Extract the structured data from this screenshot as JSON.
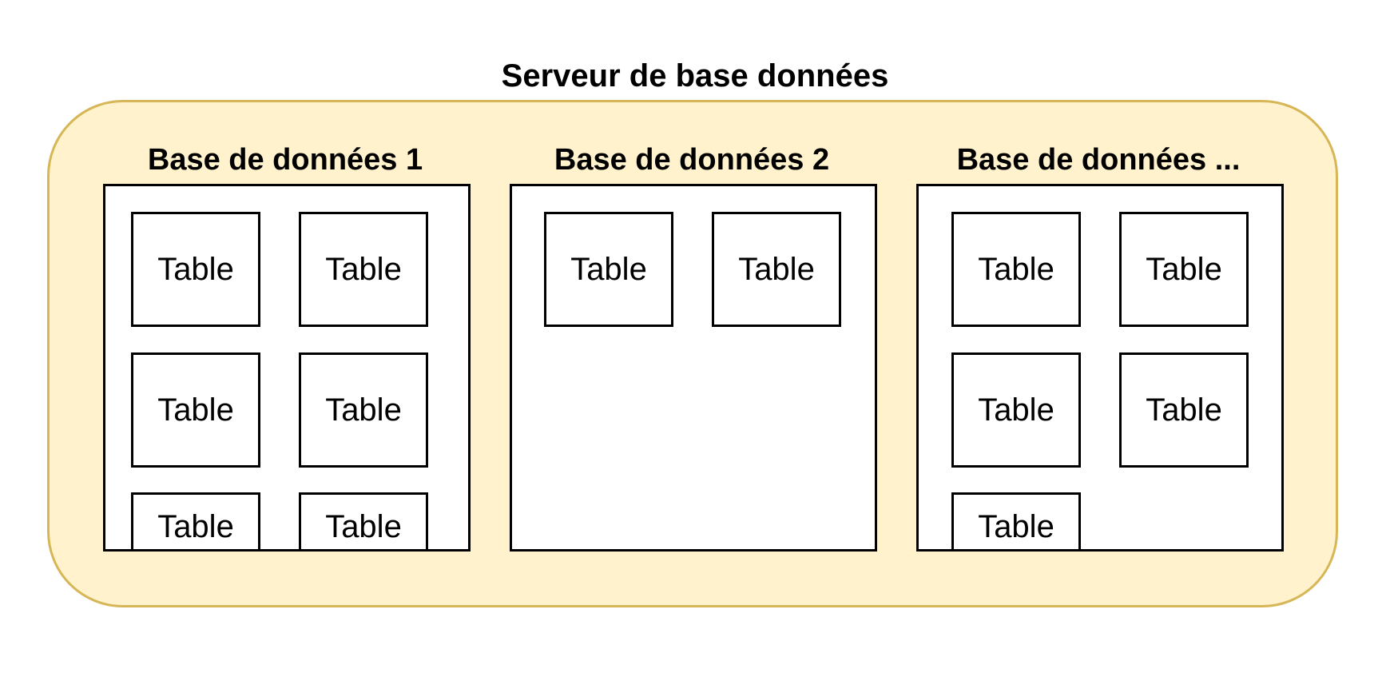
{
  "server": {
    "title": "Serveur de base données",
    "fill": "#fff2cc",
    "stroke": "#d6b656"
  },
  "databases": [
    {
      "label": "Base de données 1",
      "tables": [
        "Table",
        "Table",
        "Table",
        "Table",
        "Table",
        "Table"
      ]
    },
    {
      "label": "Base de données 2",
      "tables": [
        "Table",
        "Table"
      ]
    },
    {
      "label": "Base de données ...",
      "tables": [
        "Table",
        "Table",
        "Table",
        "Table",
        "Table"
      ]
    }
  ]
}
